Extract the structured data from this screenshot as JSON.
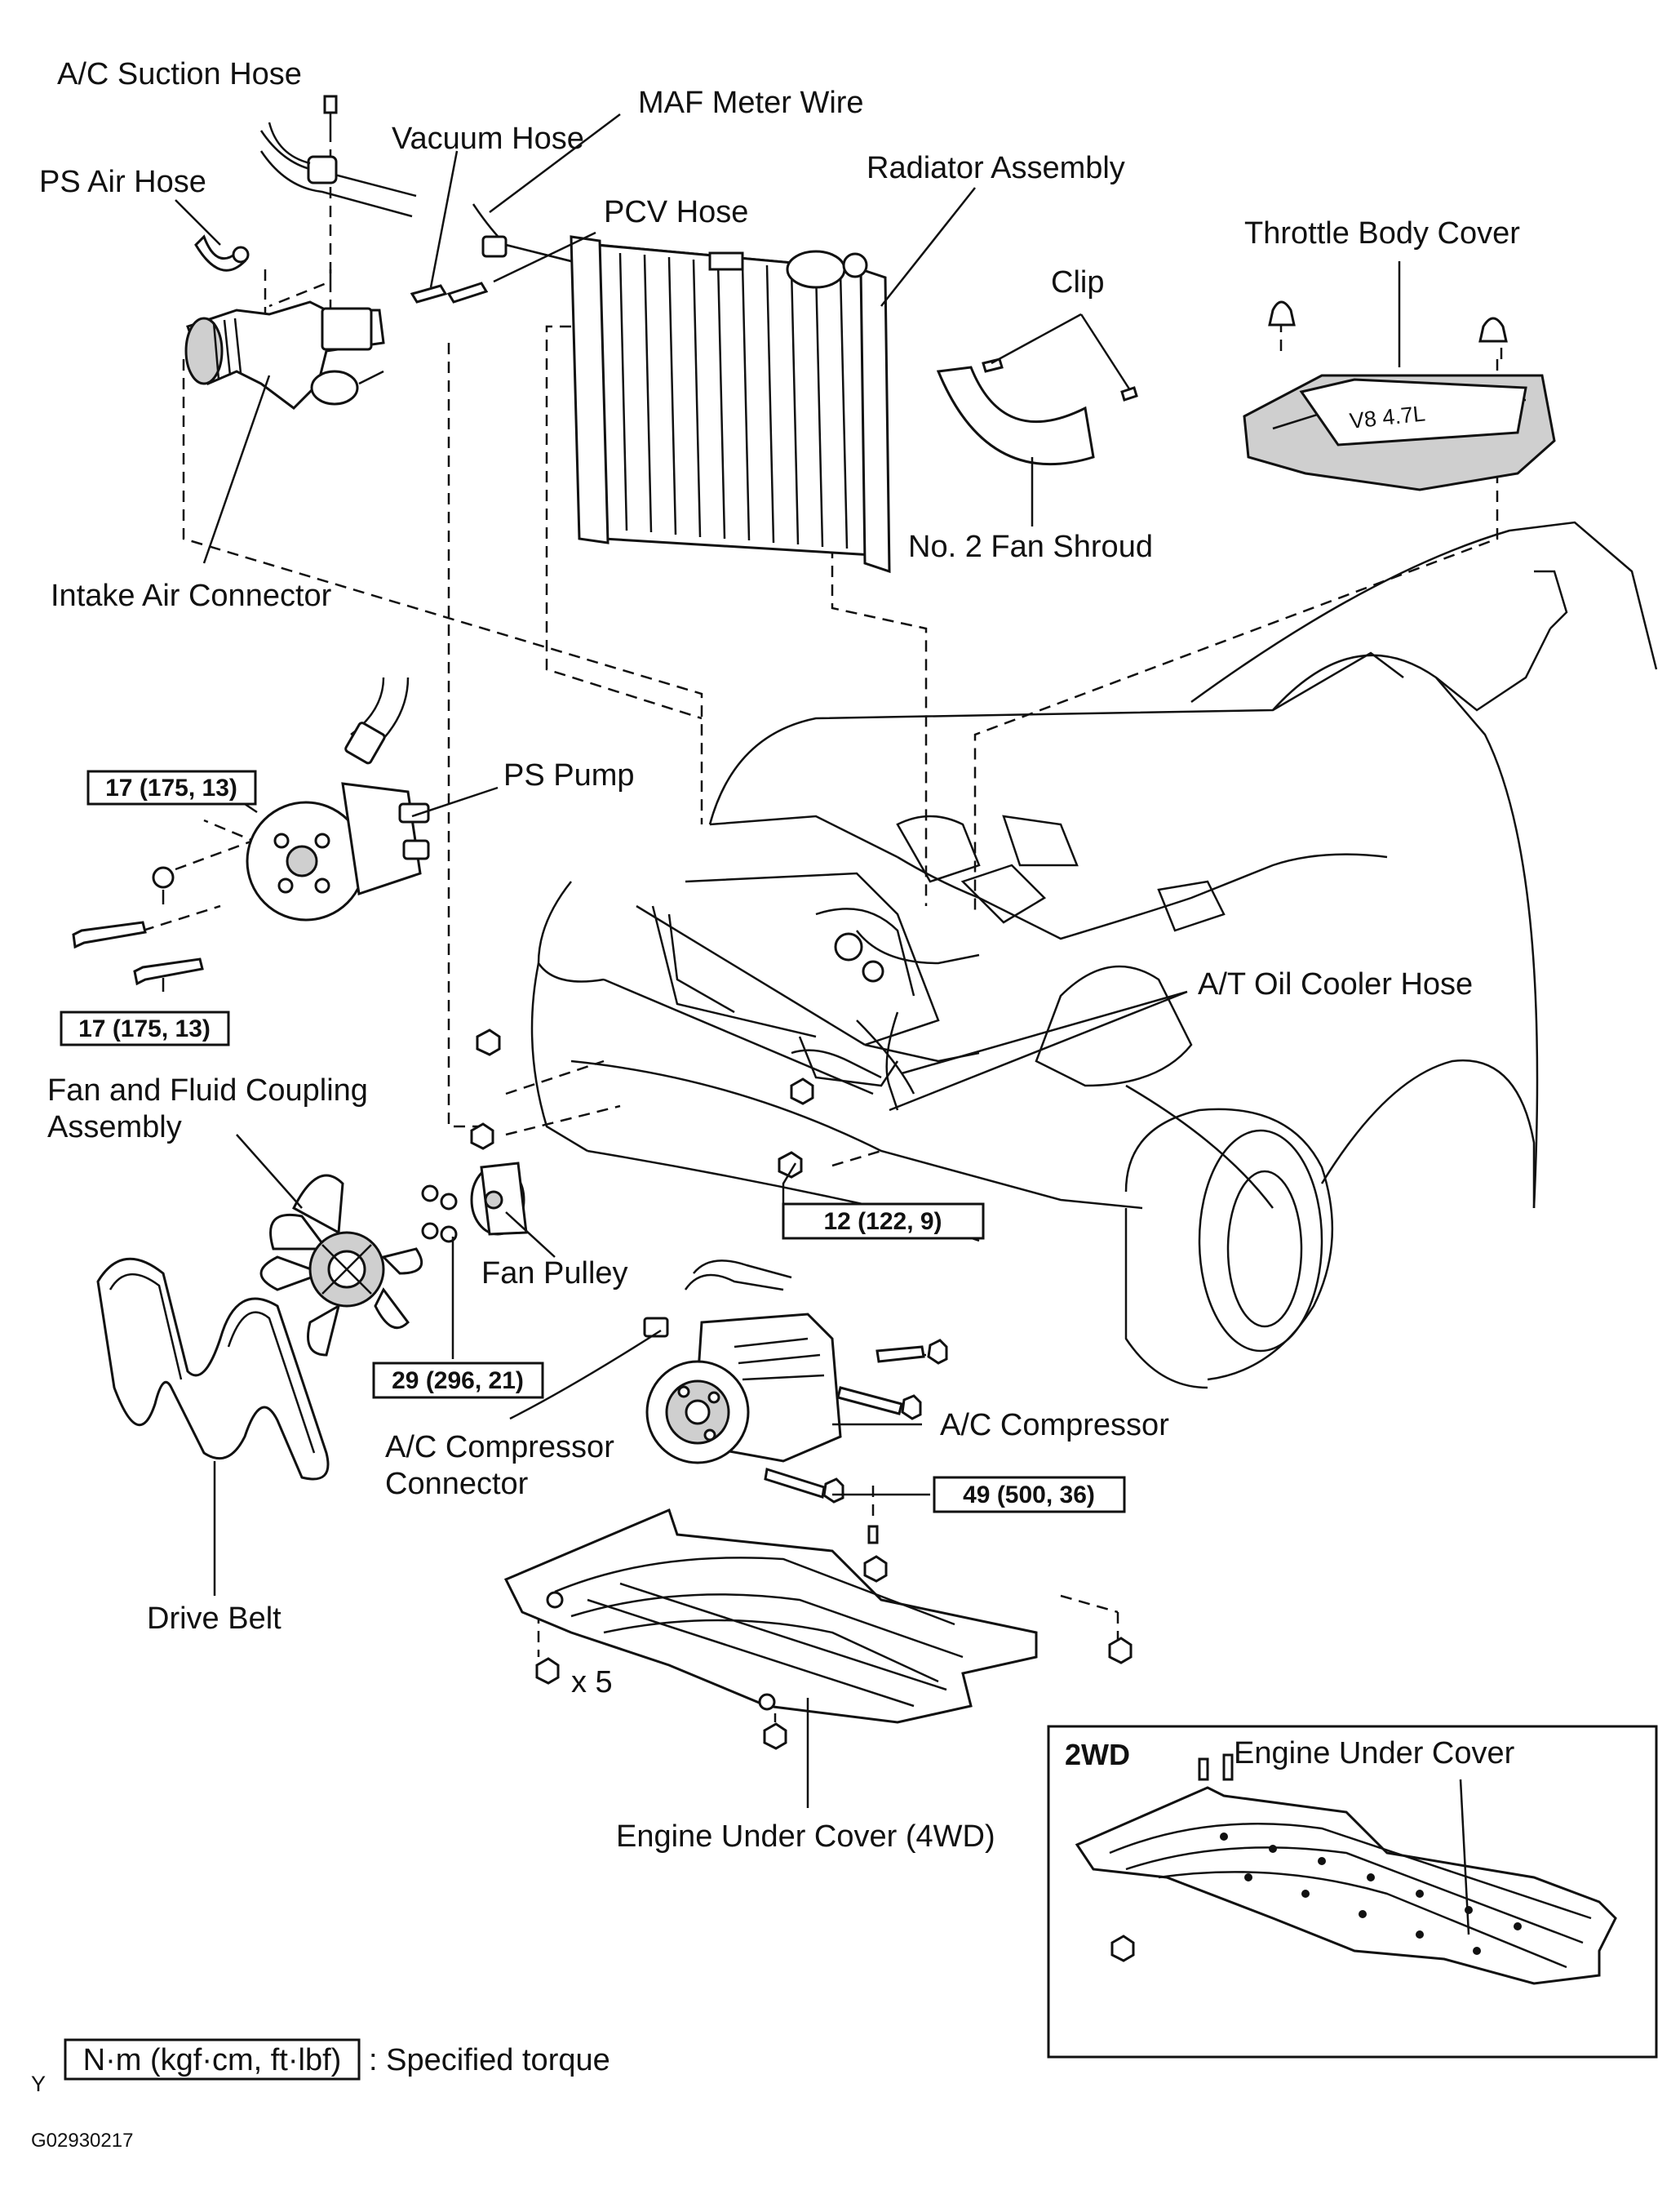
{
  "labels": {
    "ac_suction_hose": "A/C Suction Hose",
    "maf_meter_wire": "MAF Meter Wire",
    "vacuum_hose": "Vacuum Hose",
    "ps_air_hose": "PS  Air Hose",
    "pcv_hose": "PCV Hose",
    "radiator_assembly": "Radiator Assembly",
    "throttle_body_cover": "Throttle Body Cover",
    "clip": "Clip",
    "no2_fan_shroud": "No. 2 Fan Shroud",
    "intake_air_connector": "Intake Air Connector",
    "ps_pump": "PS Pump",
    "at_oil_cooler_hose": "A/T Oil Cooler Hose",
    "fan_coupling_line1": "Fan  and  Fluid  Coupling",
    "fan_coupling_line2": "Assembly",
    "fan_pulley": "Fan Pulley",
    "ac_compressor": "A/C Compressor",
    "ac_compressor_connector_line1": "A/C Compressor",
    "ac_compressor_connector_line2": "Connector",
    "drive_belt": "Drive Belt",
    "x5": "x 5",
    "engine_under_cover_4wd": "Engine Under Cover (4WD)",
    "wd2": "2WD",
    "engine_under_cover": "Engine Under Cover",
    "cover_emblem": "V8 4.7L"
  },
  "torques": {
    "ps_pump_upper": "17 (175, 13)",
    "ps_pump_lower": "17 (175, 13)",
    "bracket_bolt": "12 (122, 9)",
    "fan_nuts": "29 (296, 21)",
    "compressor_bolt": "49 (500, 36)"
  },
  "legend": {
    "unit": "N·m (kgf·cm, ft·lbf)",
    "description": ": Specified torque"
  },
  "corner_mark": "Y",
  "figure_id": "G02930217"
}
